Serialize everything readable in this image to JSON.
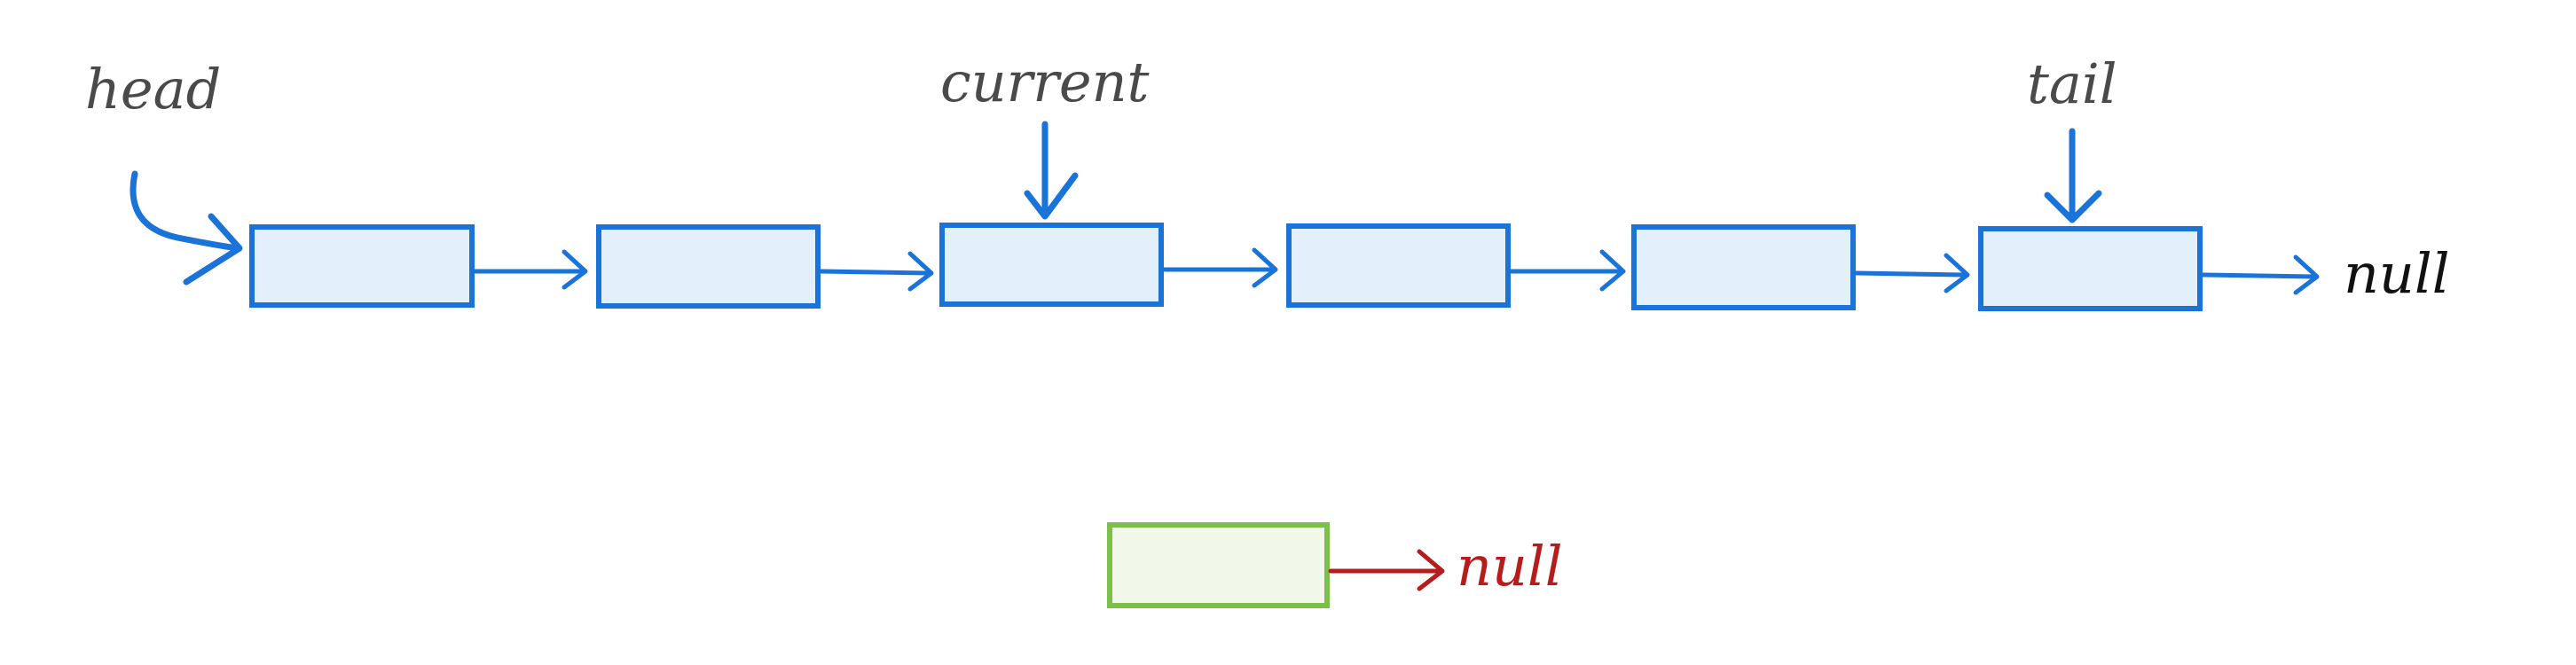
{
  "labels": {
    "head": "head",
    "current": "current",
    "tail": "tail",
    "list_end": "null",
    "new_node_next": "null"
  },
  "colors": {
    "node_stroke": "#1a73d9",
    "node_fill": "#e3f0fc",
    "new_node_stroke": "#7cc04a",
    "new_node_fill": "#f1f8e9",
    "label_text": "#4a4a4a",
    "null_text": "#111111",
    "new_null_text": "#b71c1c",
    "new_arrow": "#b71c1c"
  },
  "list": {
    "node_count": 6
  }
}
